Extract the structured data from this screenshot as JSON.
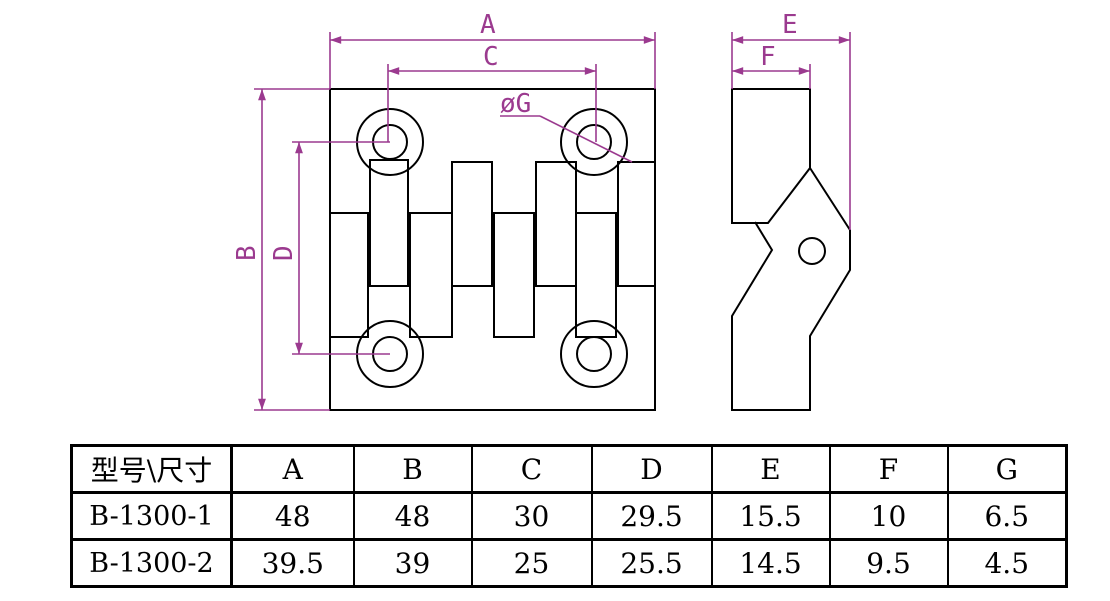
{
  "drawing": {
    "labels": {
      "A": "A",
      "B": "B",
      "C": "C",
      "D": "D",
      "E": "E",
      "F": "F",
      "G": "øG"
    },
    "colors": {
      "dimension": "#9b3a8f",
      "outline": "#000000"
    }
  },
  "table": {
    "header": [
      "型号\\尺寸",
      "A",
      "B",
      "C",
      "D",
      "E",
      "F",
      "G"
    ],
    "rows": [
      [
        "B-1300-1",
        "48",
        "48",
        "30",
        "29.5",
        "15.5",
        "10",
        "6.5"
      ],
      [
        "B-1300-2",
        "39.5",
        "39",
        "25",
        "25.5",
        "14.5",
        "9.5",
        "4.5"
      ]
    ]
  }
}
